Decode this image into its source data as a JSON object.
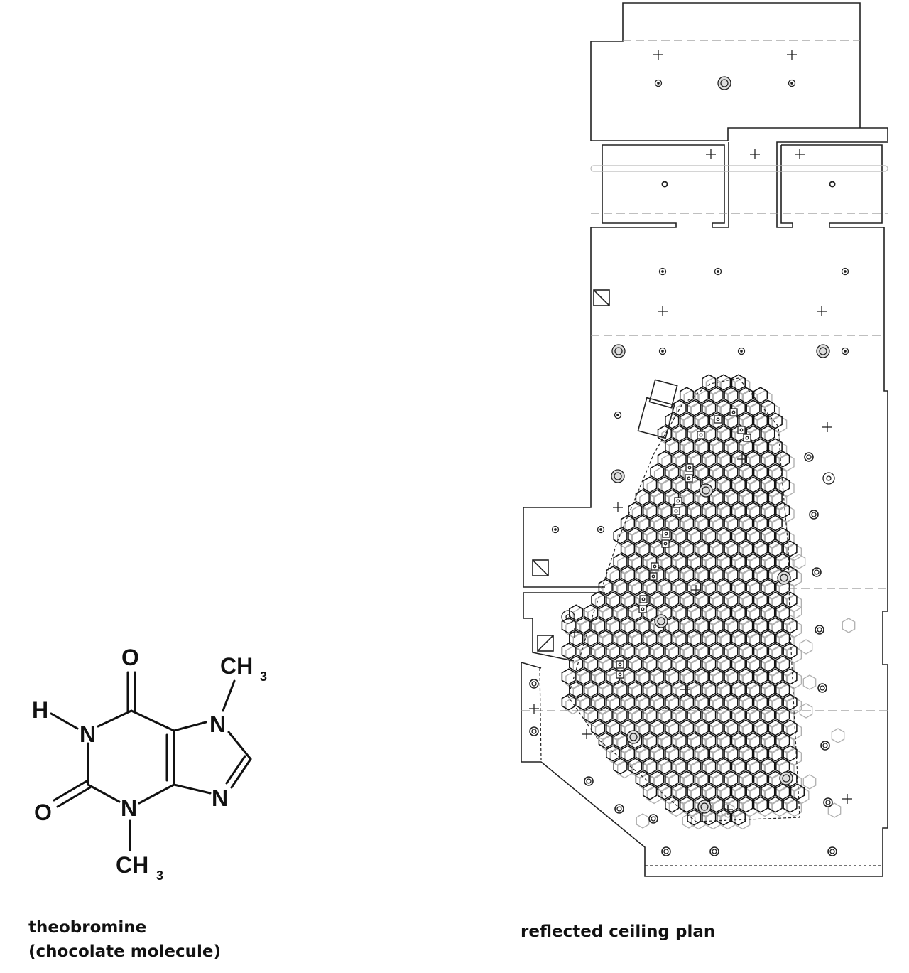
{
  "molecule": {
    "atoms": {
      "o_top": "O",
      "h": "H",
      "n1": "N",
      "o_left": "O",
      "n3": "N",
      "n7": "N",
      "n9": "N",
      "ch3_top": "CH",
      "ch3_top_sub": "3",
      "ch3_bottom": "CH",
      "ch3_bottom_sub": "3"
    },
    "caption_line1": "theobromine",
    "caption_line2": "(chocolate molecule)"
  },
  "plan": {
    "caption": "reflected ceiling plan"
  },
  "colors": {
    "ink": "#111111",
    "grey_pattern": "#b0b0b0",
    "dashed_lines": "#999999"
  }
}
